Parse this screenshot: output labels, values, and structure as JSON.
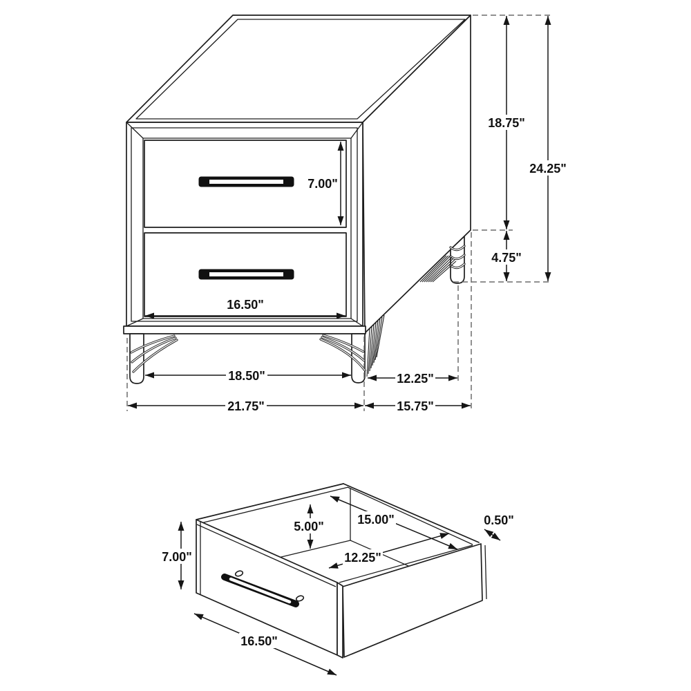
{
  "units": "inches",
  "colors": {
    "line": "#1d1d1d",
    "dashed_line": "#6b6b6b",
    "text": "#111111",
    "background": "#ffffff"
  },
  "main_view": {
    "name": "nightstand-overall-dimensions",
    "labels": {
      "drawer_front_height": "7.00\"",
      "upper_body_height": "18.75\"",
      "overall_height": "24.25\"",
      "leg_height": "4.75\"",
      "drawer_front_width": "16.50\"",
      "front_leg_span": "18.50\"",
      "overall_width": "21.75\"",
      "side_leg_span": "12.25\"",
      "overall_depth": "15.75\""
    }
  },
  "drawer_view": {
    "name": "drawer-interior-dimensions",
    "labels": {
      "front_height": "7.00\"",
      "interior_height": "5.00\"",
      "interior_width": "15.00\"",
      "wall_thickness": "0.50\"",
      "interior_depth": "12.25\"",
      "front_width": "16.50\""
    }
  }
}
